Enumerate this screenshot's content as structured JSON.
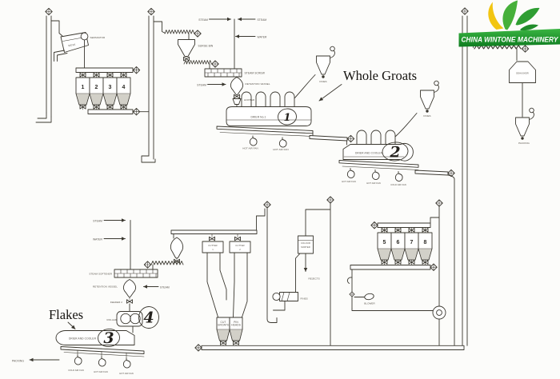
{
  "logo": {
    "company": "CHINA WINTONE MACHINERY",
    "banner_top": "#3ab542",
    "banner_bottom": "#0e7c20",
    "text_color": "#ffffff",
    "leaf_yellow": "#f2c511",
    "leaf_green": "#46b03a",
    "leaf_green_mid": "#2f9e33",
    "leaf_green_dark": "#1f8c2a"
  },
  "annotations": {
    "whole_groats": "Whole Groats",
    "flakes": "Flakes"
  },
  "process_numbers": {
    "n1": "1",
    "n2": "2",
    "n3": "3",
    "n4": "4"
  },
  "bins": {
    "b1": "1",
    "b2": "2",
    "b3": "3",
    "b4": "4",
    "b5": "5",
    "b6": "6",
    "b7": "7",
    "b8": "8"
  },
  "labels": {
    "sieve": "SIEVE",
    "separator": "SEPARATOR",
    "surge_bin": "SURGE BIN",
    "steam": "STEAM",
    "water": "WATER",
    "steam_screw": "STEAM SCREW",
    "retention_vessel": "RETENTION VESSEL",
    "hopper": "HOPPER",
    "drier_no1": "DRIER No.1",
    "fines": "FINES",
    "hot_air_fan": "HOT AIR FAN",
    "cold_air_fan": "COLD AIR FAN",
    "drier_and_cooler": "DRIER AND COOLER",
    "dehusker": "DEHUSKER",
    "packing": "PACKING",
    "cutter": "CUTTER",
    "cutter_1": "1",
    "cutter_2": "2",
    "cut": "CUT",
    "groats": "GROATS",
    "pin": "PIN",
    "heads": "HEADS",
    "colour": "COLOUR",
    "sorter": "SORTER",
    "rejects": "REJECTS",
    "blower": "BLOWER",
    "steam_softener": "STEAM SOFTENER",
    "feeder_2": "FEEDER 2",
    "roller": "ROLLER"
  }
}
